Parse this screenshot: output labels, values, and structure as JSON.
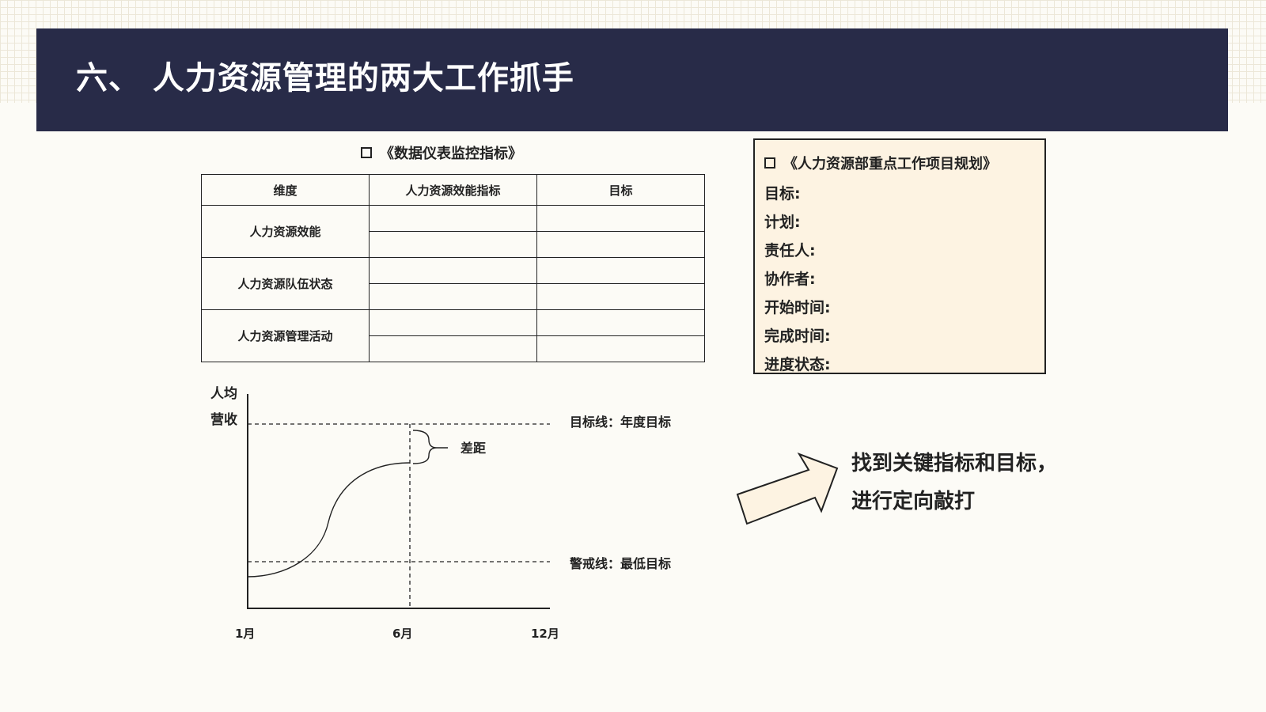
{
  "header": {
    "title": "六、 人力资源管理的两大工作抓手"
  },
  "dashboard": {
    "heading": "《数据仪表监控指标》",
    "columns": [
      "维度",
      "人力资源效能指标",
      "目标"
    ],
    "rows": [
      {
        "dimension": "人力资源效能"
      },
      {
        "dimension": "人力资源队伍状态"
      },
      {
        "dimension": "人力资源管理活动"
      }
    ]
  },
  "plan": {
    "heading": "《人力资源部重点工作项目规划》",
    "fields": [
      "目标:",
      "计划:",
      "责任人:",
      "协作者:",
      "开始时间:",
      "完成时间:",
      "进度状态:"
    ]
  },
  "chart_data": {
    "type": "line",
    "ylabel_line1": "人均",
    "ylabel_line2": "营收",
    "x_ticks": [
      "1月",
      "6月",
      "12月"
    ],
    "target_line_label": "目标线：年度目标",
    "warning_line_label": "警戒线：最低目标",
    "gap_label": "差距",
    "grid": false
  },
  "callout": {
    "text": "找到关键指标和目标，进行定向敲打"
  },
  "colors": {
    "header_bg": "#282b48",
    "box_bg": "#fdf3e2",
    "page_bg": "#fcfbf6"
  }
}
